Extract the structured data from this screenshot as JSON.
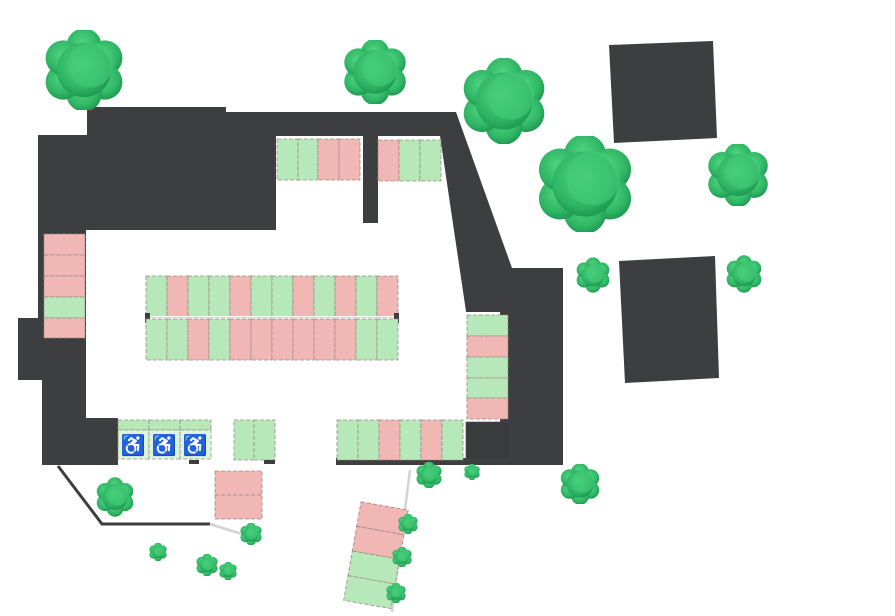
{
  "map": {
    "legend": {
      "free_color": "#b7e8b9",
      "occupied_color": "#f1b7b4",
      "accessible_color": "#dcf3dc",
      "building_color": "#3d3e3f",
      "tree_color": "#2fb865"
    },
    "icons": {
      "accessible": "wheelchair-icon",
      "tree": "tree-icon"
    },
    "zones": {
      "top_left_row": [
        "free",
        "free",
        "occupied",
        "occupied"
      ],
      "top_right_row": [
        "occupied",
        "free",
        "free"
      ],
      "west_column": [
        "occupied",
        "occupied",
        "occupied",
        "free",
        "occupied"
      ],
      "center_top_row": [
        "free",
        "occupied",
        "free",
        "free",
        "occupied",
        "free",
        "free",
        "occupied",
        "free",
        "occupied",
        "free",
        "occupied"
      ],
      "center_bottom_row": [
        "free",
        "free",
        "occupied",
        "free",
        "occupied",
        "occupied",
        "occupied",
        "occupied",
        "occupied",
        "occupied",
        "free",
        "free"
      ],
      "east_column": [
        "free",
        "occupied",
        "free",
        "free",
        "occupied"
      ],
      "south_accessible": [
        "accessible",
        "accessible",
        "accessible"
      ],
      "south_pair": [
        "free",
        "free"
      ],
      "south_row": [
        "free",
        "free",
        "occupied",
        "free",
        "occupied",
        "free"
      ],
      "south_block": [
        "occupied",
        "occupied"
      ],
      "street_spots": [
        "occupied",
        "occupied",
        "free",
        "free"
      ]
    },
    "accessible_symbol": "♿"
  }
}
